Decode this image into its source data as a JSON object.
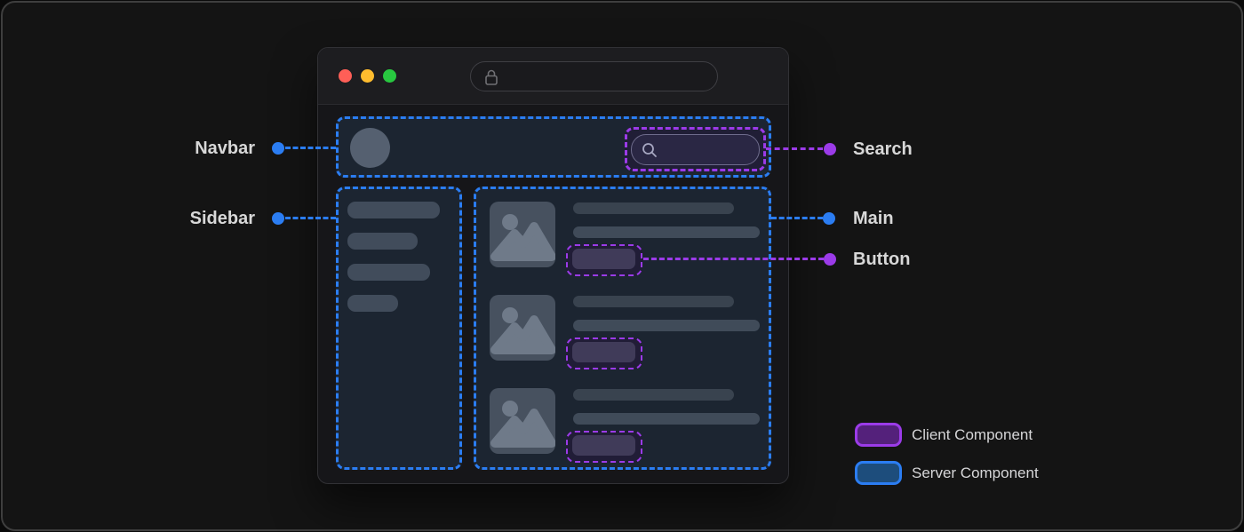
{
  "callouts": {
    "navbar": "Navbar",
    "sidebar": "Sidebar",
    "search": "Search",
    "main": "Main",
    "button": "Button"
  },
  "legend": {
    "client": {
      "label": "Client Component"
    },
    "server": {
      "label": "Server Component"
    }
  },
  "colors": {
    "client": "#9b3be8",
    "server": "#2b7df2",
    "client_fill": "#54217b",
    "server_fill": "#1d4d7c",
    "traffic_red": "#ff5f57",
    "traffic_yellow": "#febc2e",
    "traffic_green": "#28c840"
  },
  "sidebar": {
    "bars": [
      104,
      79,
      93,
      57
    ]
  },
  "main": {
    "row_count": 3
  },
  "icons": {
    "url_lock": "lock-icon",
    "search": "magnifier-icon",
    "thumbnail": "image-placeholder-icon"
  }
}
